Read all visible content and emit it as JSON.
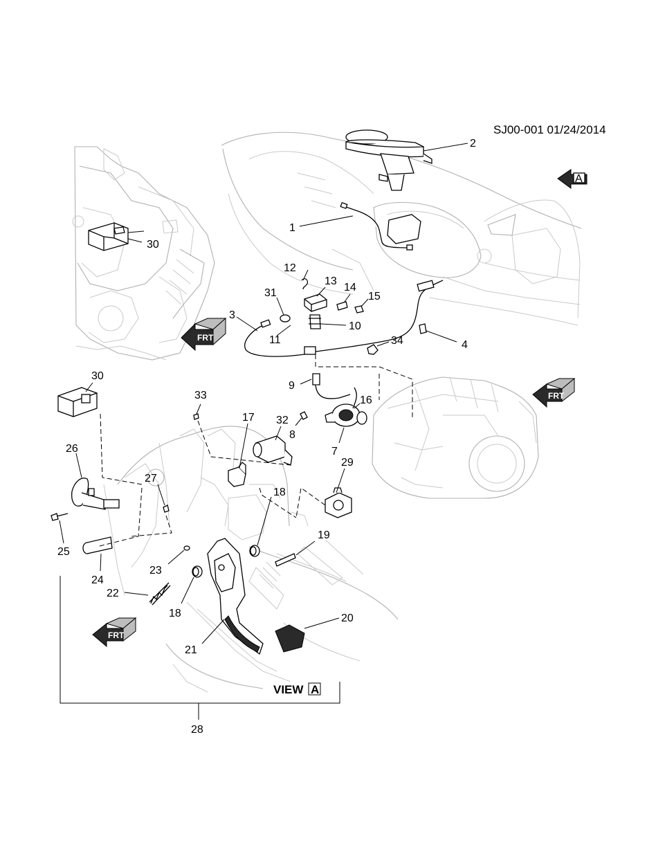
{
  "document": {
    "id": "SJ00-001 01/24/2014",
    "view_label": "VIEW",
    "view_letter": "A",
    "arrow_a_letter": "A",
    "frt_label": "FRT"
  },
  "callouts": {
    "c1": "1",
    "c2": "2",
    "c3": "3",
    "c4": "4",
    "c7": "7",
    "c8": "8",
    "c9": "9",
    "c10": "10",
    "c11": "11",
    "c12": "12",
    "c13": "13",
    "c14": "14",
    "c15": "15",
    "c16": "16",
    "c17": "17",
    "c18a": "18",
    "c18b": "18",
    "c19": "19",
    "c20": "20",
    "c21": "21",
    "c22": "22",
    "c23": "23",
    "c24": "24",
    "c25": "25",
    "c26": "26",
    "c27": "27",
    "c28": "28",
    "c29": "29",
    "c30a": "30",
    "c30b": "30",
    "c31": "31",
    "c32": "32",
    "c33": "33",
    "c34": "34"
  }
}
